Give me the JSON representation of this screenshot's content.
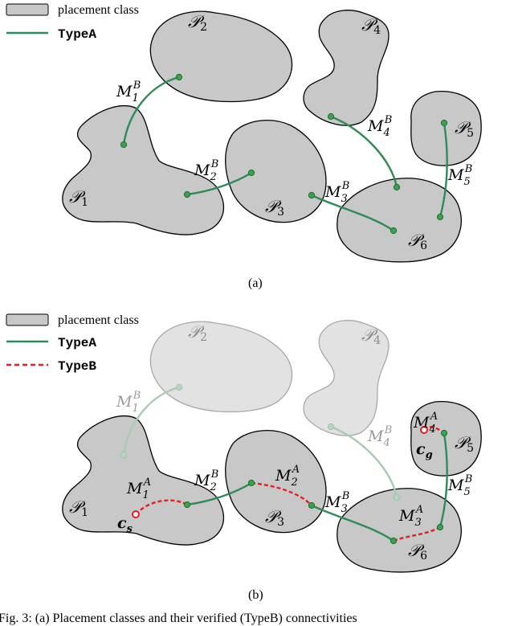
{
  "legend": {
    "placement_class": "placement class",
    "typeA": "TypeA",
    "typeB": "TypeB"
  },
  "classes": {
    "p1": {
      "sym": "𝒫",
      "sub": "1"
    },
    "p2": {
      "sym": "𝒫",
      "sub": "2"
    },
    "p3": {
      "sym": "𝒫",
      "sub": "3"
    },
    "p4": {
      "sym": "𝒫",
      "sub": "4"
    },
    "p5": {
      "sym": "𝒫",
      "sub": "5"
    },
    "p6": {
      "sym": "𝒫",
      "sub": "6"
    }
  },
  "edges_b": {
    "m1": {
      "base": "M",
      "sub": "1",
      "sup": "B"
    },
    "m2": {
      "base": "M",
      "sub": "2",
      "sup": "B"
    },
    "m3": {
      "base": "M",
      "sub": "3",
      "sup": "B"
    },
    "m4": {
      "base": "M",
      "sub": "4",
      "sup": "B"
    },
    "m5": {
      "base": "M",
      "sub": "5",
      "sup": "B"
    }
  },
  "edges_a": {
    "m1": {
      "base": "M",
      "sub": "1",
      "sup": "A"
    },
    "m2": {
      "base": "M",
      "sub": "2",
      "sup": "A"
    },
    "m3": {
      "base": "M",
      "sub": "3",
      "sup": "A"
    },
    "m4": {
      "base": "M",
      "sub": "4",
      "sup": "A"
    }
  },
  "configs": {
    "cs": {
      "base": "c",
      "sub": "s"
    },
    "cg": {
      "base": "c",
      "sub": "g"
    }
  },
  "panel_labels": {
    "a": "(a)",
    "b": "(b)"
  },
  "caption": "Fig. 3: (a) Placement classes and their verified (TypeB) connectivities"
}
